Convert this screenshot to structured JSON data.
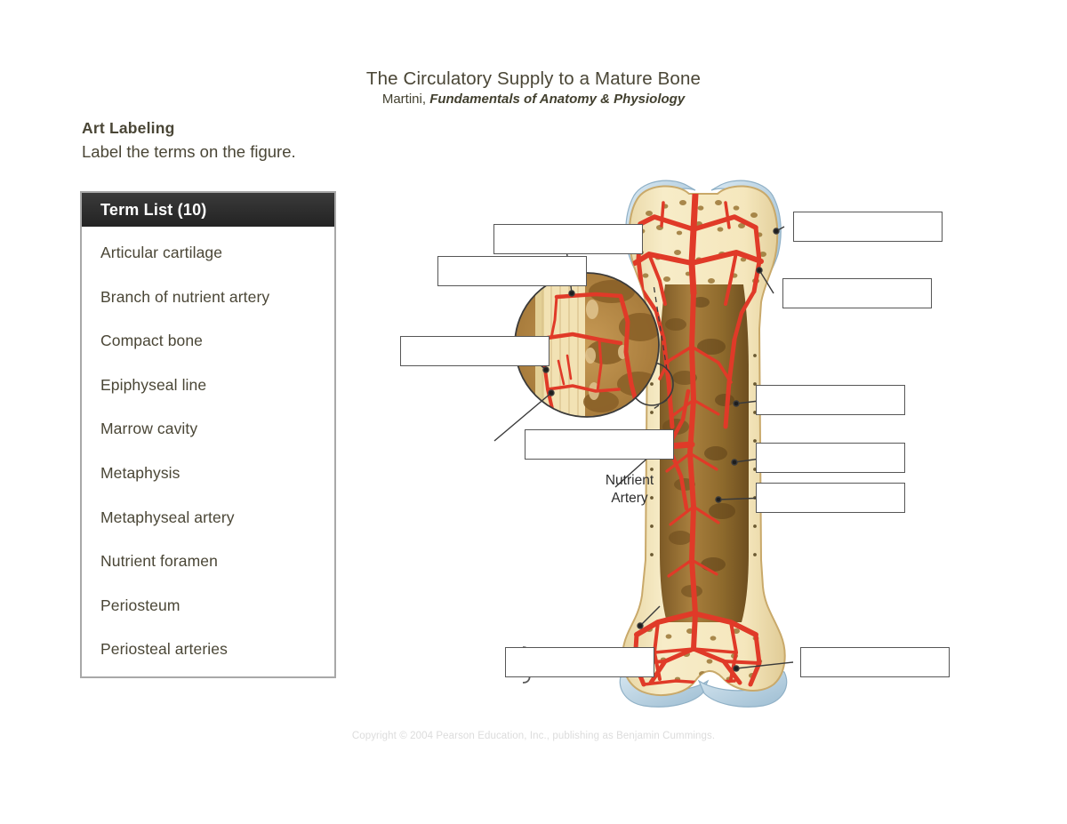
{
  "header": {
    "title": "The Circulatory Supply to a Mature Bone",
    "subtitle_author": "Martini,",
    "subtitle_work": "Fundamentals of Anatomy & Physiology"
  },
  "section": {
    "heading": "Art Labeling",
    "instruction": "Label the terms on the figure."
  },
  "term_list": {
    "header": "Term List (10)",
    "count": 10,
    "items": [
      "Articular cartilage",
      "Branch of nutrient artery",
      "Compact bone",
      "Epiphyseal line",
      "Marrow cavity",
      "Metaphysis",
      "Metaphyseal artery",
      "Nutrient foramen",
      "Periosteum",
      "Periosteal arteries"
    ]
  },
  "figure": {
    "static_label": "Nutrient\nArtery",
    "static_label_line1": "Nutrient",
    "static_label_line2": "Artery",
    "answer_boxes": [
      {
        "id": "box-top-left-1",
        "value": "",
        "placeholder": ""
      },
      {
        "id": "box-top-left-2",
        "value": "",
        "placeholder": ""
      },
      {
        "id": "box-mid-left",
        "value": "",
        "placeholder": ""
      },
      {
        "id": "box-lower-left",
        "value": "",
        "placeholder": ""
      },
      {
        "id": "box-bottom-left",
        "value": "",
        "placeholder": ""
      },
      {
        "id": "box-right-1",
        "value": "",
        "placeholder": ""
      },
      {
        "id": "box-right-2",
        "value": "",
        "placeholder": ""
      },
      {
        "id": "box-right-3",
        "value": "",
        "placeholder": ""
      },
      {
        "id": "box-right-4",
        "value": "",
        "placeholder": ""
      },
      {
        "id": "box-right-5",
        "value": "",
        "placeholder": ""
      },
      {
        "id": "box-bottom-right",
        "value": "",
        "placeholder": ""
      }
    ]
  },
  "footer": {
    "copyright": "Copyright © 2004 Pearson Education, Inc., publishing as Benjamin Cummings."
  },
  "colors": {
    "text": "#4a4636",
    "panel_header_bg": "#2b2b2b",
    "panel_border": "#a8a8a8",
    "box_border": "#565656",
    "artery_red": "#e03a28",
    "bone_cream": "#f5e7bd",
    "marrow_brown": "#9c7436",
    "cartilage_blue": "#b9d2e3",
    "footer_text": "#dcdcdc"
  }
}
